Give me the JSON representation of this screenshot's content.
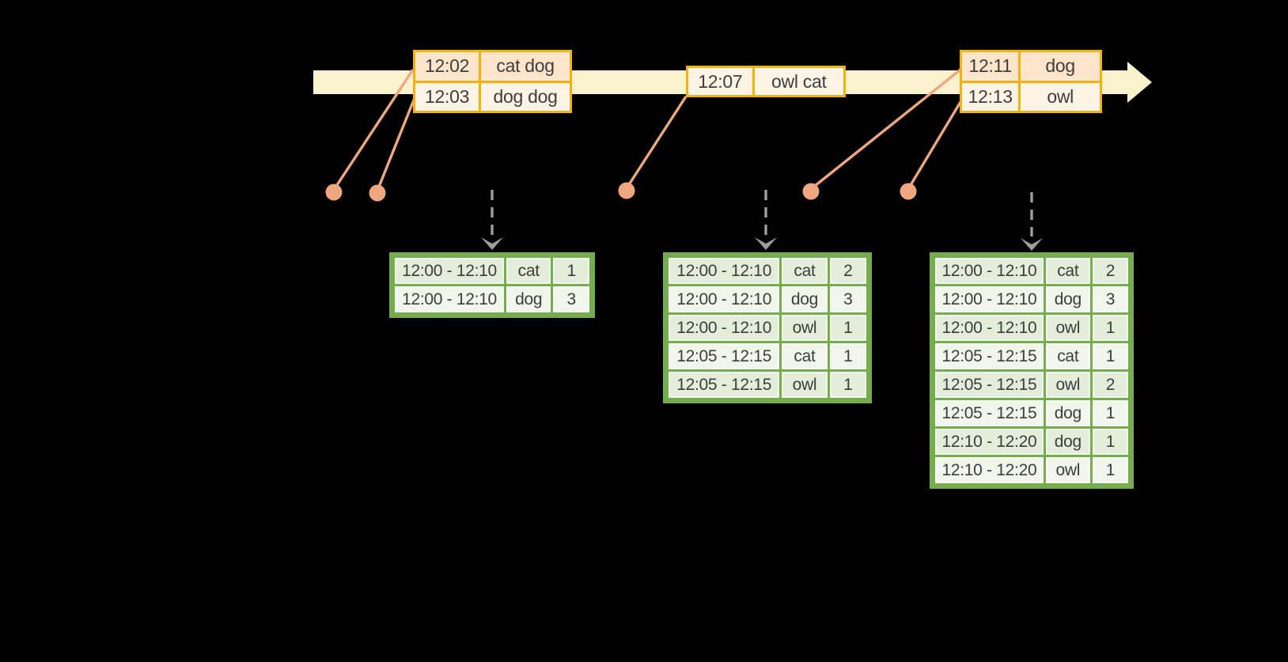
{
  "colors": {
    "background": "#000000",
    "timeline_arrow_fill": "#FAF1CD",
    "event_table_border": "#F1B30A",
    "event_row_peach": "#FCE5CB",
    "event_row_cream": "#FDF4E5",
    "connector_salmon": "#EFA87E",
    "output_arrow_gray": "#9D9D9D",
    "result_table_green": "#74AC4E",
    "result_row_green": "#E3EDDA",
    "result_row_light": "#F1F6EC",
    "text": "#3D3D3D"
  },
  "icons": {
    "timeline_arrow": "right-arrow-band-icon",
    "trigger_dot": "circle-marker-icon",
    "output_arrow": "dashed-down-arrow-icon"
  },
  "timeline": {
    "event_groups": [
      {
        "rows": [
          {
            "time": "12:02",
            "words": "cat dog"
          },
          {
            "time": "12:03",
            "words": "dog dog"
          }
        ]
      },
      {
        "rows": [
          {
            "time": "12:07",
            "words": "owl cat"
          }
        ]
      },
      {
        "rows": [
          {
            "time": "12:11",
            "words": "dog"
          },
          {
            "time": "12:13",
            "words": "owl"
          }
        ]
      }
    ]
  },
  "result_tables": [
    {
      "rows": [
        {
          "window": "12:00 - 12:10",
          "word": "cat",
          "count": "1"
        },
        {
          "window": "12:00 - 12:10",
          "word": "dog",
          "count": "3"
        }
      ]
    },
    {
      "rows": [
        {
          "window": "12:00 - 12:10",
          "word": "cat",
          "count": "2"
        },
        {
          "window": "12:00 - 12:10",
          "word": "dog",
          "count": "3"
        },
        {
          "window": "12:00 - 12:10",
          "word": "owl",
          "count": "1"
        },
        {
          "window": "12:05 - 12:15",
          "word": "cat",
          "count": "1"
        },
        {
          "window": "12:05 - 12:15",
          "word": "owl",
          "count": "1"
        }
      ]
    },
    {
      "rows": [
        {
          "window": "12:00 - 12:10",
          "word": "cat",
          "count": "2"
        },
        {
          "window": "12:00 - 12:10",
          "word": "dog",
          "count": "3"
        },
        {
          "window": "12:00 - 12:10",
          "word": "owl",
          "count": "1"
        },
        {
          "window": "12:05 - 12:15",
          "word": "cat",
          "count": "1"
        },
        {
          "window": "12:05 - 12:15",
          "word": "owl",
          "count": "2"
        },
        {
          "window": "12:05 - 12:15",
          "word": "dog",
          "count": "1"
        },
        {
          "window": "12:10 - 12:20",
          "word": "dog",
          "count": "1"
        },
        {
          "window": "12:10 - 12:20",
          "word": "owl",
          "count": "1"
        }
      ]
    }
  ]
}
